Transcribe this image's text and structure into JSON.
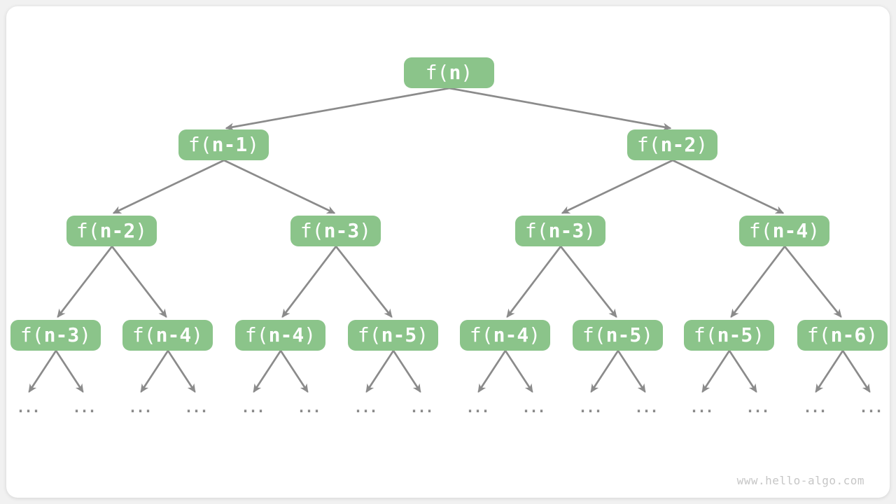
{
  "colors": {
    "page_bg": "#f1f1f1",
    "canvas_bg": "#ffffff",
    "node_fill": "#8bc48a",
    "node_text": "#ffffff",
    "edge": "#8b8b8b",
    "watermark": "#c6c6c6"
  },
  "tree": {
    "ellipsis": "...",
    "levels": [
      {
        "nodes": [
          {
            "func": "f(",
            "arg": "n",
            "close": ")"
          }
        ]
      },
      {
        "nodes": [
          {
            "func": "f(",
            "arg": "n-1",
            "close": ")"
          },
          {
            "func": "f(",
            "arg": "n-2",
            "close": ")"
          }
        ]
      },
      {
        "nodes": [
          {
            "func": "f(",
            "arg": "n-2",
            "close": ")"
          },
          {
            "func": "f(",
            "arg": "n-3",
            "close": ")"
          },
          {
            "func": "f(",
            "arg": "n-3",
            "close": ")"
          },
          {
            "func": "f(",
            "arg": "n-4",
            "close": ")"
          }
        ]
      },
      {
        "nodes": [
          {
            "func": "f(",
            "arg": "n-3",
            "close": ")"
          },
          {
            "func": "f(",
            "arg": "n-4",
            "close": ")"
          },
          {
            "func": "f(",
            "arg": "n-4",
            "close": ")"
          },
          {
            "func": "f(",
            "arg": "n-5",
            "close": ")"
          },
          {
            "func": "f(",
            "arg": "n-4",
            "close": ")"
          },
          {
            "func": "f(",
            "arg": "n-5",
            "close": ")"
          },
          {
            "func": "f(",
            "arg": "n-5",
            "close": ")"
          },
          {
            "func": "f(",
            "arg": "n-6",
            "close": ")"
          }
        ]
      }
    ]
  },
  "footer": {
    "watermark": "www.hello-algo.com"
  }
}
